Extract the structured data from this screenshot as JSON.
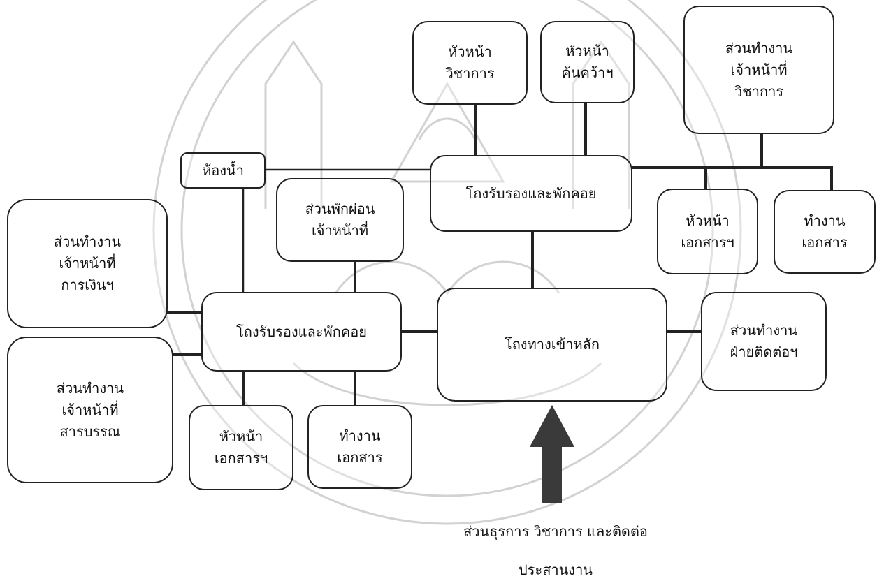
{
  "diagram": {
    "watermark_seal": "seal-emblem",
    "boxes": {
      "head_academic": [
        "หัวหน้า",
        "วิชาการ"
      ],
      "head_research": [
        "หัวหน้า",
        "ค้นคว้าฯ"
      ],
      "officer_academic": [
        "ส่วนทำงาน",
        "เจ้าหน้าที่",
        "วิชาการ"
      ],
      "restroom": [
        "ห้องน้ำ"
      ],
      "lobby_upper": [
        "โถงรับรองและพักคอย"
      ],
      "staff_lounge": [
        "ส่วนพักผ่อน",
        "เจ้าหน้าที่"
      ],
      "head_docs_right": [
        "หัวหน้า",
        "เอกสารฯ"
      ],
      "docs_work_right": [
        "ทำงาน",
        "เอกสาร"
      ],
      "officer_finance": [
        "ส่วนทำงาน",
        "เจ้าหน้าที่",
        "การเงินฯ"
      ],
      "lobby_lower": [
        "โถงรับรองและพักคอย"
      ],
      "main_entrance": [
        "โถงทางเข้าหลัก"
      ],
      "contact_work": [
        "ส่วนทำงาน",
        "ฝ่ายติดต่อฯ"
      ],
      "officer_records": [
        "ส่วนทำงาน",
        "เจ้าหน้าที่",
        "สารบรรณ"
      ],
      "head_docs_left": [
        "หัวหน้า",
        "เอกสารฯ"
      ],
      "docs_work_left": [
        "ทำงาน",
        "เอกสาร"
      ]
    },
    "caption": {
      "line1": "ส่วนธุรการ วิชาการ และติดต่อ",
      "line2": "ประสานงาน"
    },
    "colors": {
      "line": "#222222",
      "arrow": "#3a3a3a",
      "watermark": "#c8c8c8"
    }
  }
}
